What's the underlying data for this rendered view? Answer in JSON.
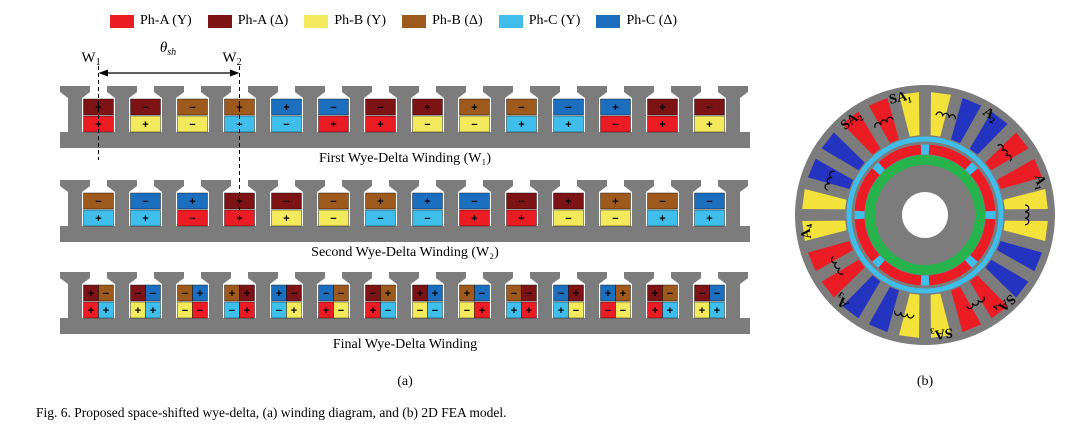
{
  "figure": {
    "caption": "Fig. 6.  Proposed space-shifted wye-delta, (a) winding diagram, and (b) 2D FEA model.",
    "panel_a_label": "(a)",
    "panel_b_label": "(b)"
  },
  "legend": {
    "items": [
      {
        "key": "AY",
        "label": "Ph-A (Y)"
      },
      {
        "key": "AD",
        "label": "Ph-A (Δ)"
      },
      {
        "key": "BY",
        "label": "Ph-B (Y)"
      },
      {
        "key": "BD",
        "label": "Ph-B (Δ)"
      },
      {
        "key": "CY",
        "label": "Ph-C (Y)"
      },
      {
        "key": "CD",
        "label": "Ph-C (Δ)"
      }
    ]
  },
  "colors": {
    "AY": "#EC1C24",
    "AD": "#7E1315",
    "BY": "#F2E95C",
    "BD": "#9E5A1D",
    "CY": "#3FBEEC",
    "CD": "#1C6FBE",
    "stator": "#7C7C7C"
  },
  "annotations": {
    "w1": {
      "main": "W",
      "sub": "1"
    },
    "w2": {
      "main": "W",
      "sub": "2"
    },
    "theta": {
      "main": "θ",
      "sub": "sh"
    }
  },
  "windings": [
    {
      "label": "First Wye-Delta Winding (W₁)",
      "slots": [
        {
          "t": [
            [
              "AD",
              "+"
            ]
          ],
          "b": [
            [
              "AY",
              "+"
            ]
          ]
        },
        {
          "t": [
            [
              "AD",
              "−"
            ]
          ],
          "b": [
            [
              "BY",
              "+"
            ]
          ]
        },
        {
          "t": [
            [
              "BD",
              "−"
            ]
          ],
          "b": [
            [
              "BY",
              "−"
            ]
          ]
        },
        {
          "t": [
            [
              "BD",
              "+"
            ]
          ],
          "b": [
            [
              "CY",
              "−"
            ]
          ]
        },
        {
          "t": [
            [
              "CD",
              "+"
            ]
          ],
          "b": [
            [
              "CY",
              "−"
            ]
          ]
        },
        {
          "t": [
            [
              "CD",
              "−"
            ]
          ],
          "b": [
            [
              "AY",
              "+"
            ]
          ]
        },
        {
          "t": [
            [
              "AD",
              "−"
            ]
          ],
          "b": [
            [
              "AY",
              "+"
            ]
          ]
        },
        {
          "t": [
            [
              "AD",
              "+"
            ]
          ],
          "b": [
            [
              "BY",
              "−"
            ]
          ]
        },
        {
          "t": [
            [
              "BD",
              "+"
            ]
          ],
          "b": [
            [
              "BY",
              "−"
            ]
          ]
        },
        {
          "t": [
            [
              "BD",
              "−"
            ]
          ],
          "b": [
            [
              "CY",
              "+"
            ]
          ]
        },
        {
          "t": [
            [
              "CD",
              "−"
            ]
          ],
          "b": [
            [
              "CY",
              "+"
            ]
          ]
        },
        {
          "t": [
            [
              "CD",
              "+"
            ]
          ],
          "b": [
            [
              "AY",
              "−"
            ]
          ]
        },
        {
          "t": [
            [
              "AD",
              "+"
            ]
          ],
          "b": [
            [
              "AY",
              "+"
            ]
          ]
        },
        {
          "t": [
            [
              "AD",
              "−"
            ]
          ],
          "b": [
            [
              "BY",
              "+"
            ]
          ]
        }
      ]
    },
    {
      "label": "Second Wye-Delta Winding (W₂)",
      "slots": [
        {
          "t": [
            [
              "BD",
              "−"
            ]
          ],
          "b": [
            [
              "CY",
              "+"
            ]
          ]
        },
        {
          "t": [
            [
              "CD",
              "−"
            ]
          ],
          "b": [
            [
              "CY",
              "+"
            ]
          ]
        },
        {
          "t": [
            [
              "CD",
              "+"
            ]
          ],
          "b": [
            [
              "AY",
              "−"
            ]
          ]
        },
        {
          "t": [
            [
              "AD",
              "+"
            ]
          ],
          "b": [
            [
              "AY",
              "+"
            ]
          ]
        },
        {
          "t": [
            [
              "AD",
              "−"
            ]
          ],
          "b": [
            [
              "BY",
              "+"
            ]
          ]
        },
        {
          "t": [
            [
              "BD",
              "−"
            ]
          ],
          "b": [
            [
              "BY",
              "−"
            ]
          ]
        },
        {
          "t": [
            [
              "BD",
              "+"
            ]
          ],
          "b": [
            [
              "CY",
              "−"
            ]
          ]
        },
        {
          "t": [
            [
              "CD",
              "+"
            ]
          ],
          "b": [
            [
              "CY",
              "−"
            ]
          ]
        },
        {
          "t": [
            [
              "CD",
              "−"
            ]
          ],
          "b": [
            [
              "AY",
              "+"
            ]
          ]
        },
        {
          "t": [
            [
              "AD",
              "−"
            ]
          ],
          "b": [
            [
              "AY",
              "+"
            ]
          ]
        },
        {
          "t": [
            [
              "AD",
              "+"
            ]
          ],
          "b": [
            [
              "BY",
              "−"
            ]
          ]
        },
        {
          "t": [
            [
              "BD",
              "+"
            ]
          ],
          "b": [
            [
              "BY",
              "−"
            ]
          ]
        },
        {
          "t": [
            [
              "BD",
              "−"
            ]
          ],
          "b": [
            [
              "CY",
              "+"
            ]
          ]
        },
        {
          "t": [
            [
              "CD",
              "−"
            ]
          ],
          "b": [
            [
              "CY",
              "+"
            ]
          ]
        }
      ]
    },
    {
      "label": "Final Wye-Delta Winding",
      "slots": [
        {
          "t": [
            [
              "AD",
              "+"
            ],
            [
              "BD",
              "−"
            ]
          ],
          "b": [
            [
              "AY",
              "+"
            ],
            [
              "CY",
              "+"
            ]
          ]
        },
        {
          "t": [
            [
              "AD",
              "−"
            ],
            [
              "CD",
              "−"
            ]
          ],
          "b": [
            [
              "BY",
              "+"
            ],
            [
              "CY",
              "+"
            ]
          ]
        },
        {
          "t": [
            [
              "BD",
              "−"
            ],
            [
              "CD",
              "+"
            ]
          ],
          "b": [
            [
              "BY",
              "−"
            ],
            [
              "AY",
              "−"
            ]
          ]
        },
        {
          "t": [
            [
              "BD",
              "+"
            ],
            [
              "AD",
              "+"
            ]
          ],
          "b": [
            [
              "CY",
              "−"
            ],
            [
              "AY",
              "+"
            ]
          ]
        },
        {
          "t": [
            [
              "CD",
              "+"
            ],
            [
              "AD",
              "−"
            ]
          ],
          "b": [
            [
              "CY",
              "−"
            ],
            [
              "BY",
              "+"
            ]
          ]
        },
        {
          "t": [
            [
              "CD",
              "−"
            ],
            [
              "BD",
              "−"
            ]
          ],
          "b": [
            [
              "AY",
              "+"
            ],
            [
              "BY",
              "−"
            ]
          ]
        },
        {
          "t": [
            [
              "AD",
              "−"
            ],
            [
              "BD",
              "+"
            ]
          ],
          "b": [
            [
              "AY",
              "+"
            ],
            [
              "CY",
              "−"
            ]
          ]
        },
        {
          "t": [
            [
              "AD",
              "+"
            ],
            [
              "CD",
              "+"
            ]
          ],
          "b": [
            [
              "BY",
              "−"
            ],
            [
              "CY",
              "−"
            ]
          ]
        },
        {
          "t": [
            [
              "BD",
              "+"
            ],
            [
              "CD",
              "−"
            ]
          ],
          "b": [
            [
              "BY",
              "−"
            ],
            [
              "AY",
              "+"
            ]
          ]
        },
        {
          "t": [
            [
              "BD",
              "−"
            ],
            [
              "AD",
              "−"
            ]
          ],
          "b": [
            [
              "CY",
              "+"
            ],
            [
              "AY",
              "+"
            ]
          ]
        },
        {
          "t": [
            [
              "CD",
              "−"
            ],
            [
              "AD",
              "+"
            ]
          ],
          "b": [
            [
              "CY",
              "+"
            ],
            [
              "BY",
              "−"
            ]
          ]
        },
        {
          "t": [
            [
              "CD",
              "+"
            ],
            [
              "BD",
              "+"
            ]
          ],
          "b": [
            [
              "AY",
              "−"
            ],
            [
              "BY",
              "−"
            ]
          ]
        },
        {
          "t": [
            [
              "AD",
              "+"
            ],
            [
              "BD",
              "−"
            ]
          ],
          "b": [
            [
              "AY",
              "+"
            ],
            [
              "CY",
              "+"
            ]
          ]
        },
        {
          "t": [
            [
              "AD",
              "−"
            ],
            [
              "CD",
              "−"
            ]
          ],
          "b": [
            [
              "BY",
              "+"
            ],
            [
              "CY",
              "+"
            ]
          ]
        }
      ]
    }
  ],
  "fea": {
    "slot_colors": [
      "Y",
      "Y",
      "B",
      "B",
      "R",
      "R",
      "Y",
      "Y",
      "B",
      "B",
      "R",
      "R",
      "Y",
      "Y",
      "B",
      "B",
      "R",
      "R",
      "Y",
      "Y",
      "B",
      "B",
      "R",
      "R"
    ],
    "palette": {
      "R": "#EC1C24",
      "Y": "#F2E23A",
      "B": "#2433C0"
    },
    "labels": [
      {
        "text": "SA₂",
        "angle": -38
      },
      {
        "text": "SA₁",
        "angle": -12
      },
      {
        "text": "A₂",
        "angle": 33
      },
      {
        "text": "A₁",
        "angle": 74
      },
      {
        "text": "SA₄",
        "angle": 138
      },
      {
        "text": "SA₃",
        "angle": 172
      },
      {
        "text": "A₃",
        "angle": -136
      },
      {
        "text": "A₄",
        "angle": -98
      }
    ],
    "coil_symbol_angles": [
      -24,
      12,
      52,
      90,
      150,
      -168,
      -120,
      -70
    ],
    "rings": {
      "bore": "#3FBEEC",
      "magnet": "#EC1C24",
      "magnet_gap": "#3FBEEC",
      "sleeve": "#27B34B",
      "rotor": "#7C7C7C",
      "hole": "#FFFFFF"
    }
  }
}
